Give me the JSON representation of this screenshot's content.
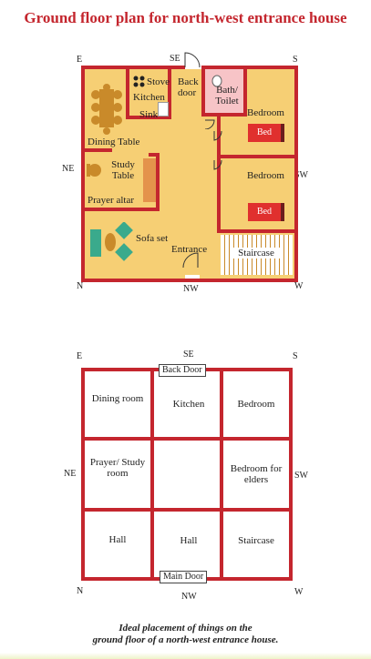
{
  "title": "Ground floor plan for north-west entrance house",
  "plan1": {
    "directions": {
      "e": "E",
      "se": "SE",
      "s": "S",
      "ne": "NE",
      "sw": "SW",
      "n": "N",
      "nw": "NW",
      "w": "W"
    },
    "rooms": {
      "stove": "Stove",
      "kitchen": "Kitchen",
      "sink": "Sink",
      "back_door": "Back door",
      "bath": "Bath/ Toilet",
      "bedroom1": "Bedroom",
      "bed1": "Bed",
      "dining_table": "Dining Table",
      "study_table": "Study Table",
      "prayer_altar": "Prayer altar",
      "bedroom2": "Bedroom",
      "bed2": "Bed",
      "sofa_set": "Sofa set",
      "entrance": "Entrance",
      "staircase": "Staircase"
    },
    "colors": {
      "floor": "#f6cf74",
      "wall": "#c4262e",
      "bath": "#f7c4c7",
      "bed": "#e0302e",
      "furniture": "#c98a2a",
      "sofa": "#3aaa8c"
    }
  },
  "plan2": {
    "directions": {
      "e": "E",
      "se": "SE",
      "s": "S",
      "ne": "NE",
      "sw": "SW",
      "n": "N",
      "nw": "NW",
      "w": "W"
    },
    "back_door": "Back Door",
    "main_door": "Main Door",
    "cells": [
      [
        "Dining room",
        "Kitchen",
        "Bedroom"
      ],
      [
        "Prayer/ Study room",
        "",
        "Bedroom for elders"
      ],
      [
        "Hall",
        "Hall",
        "Staircase"
      ]
    ]
  },
  "caption": {
    "line1": "Ideal placement of things on the",
    "line2": "ground floor of a north-west entrance house."
  }
}
